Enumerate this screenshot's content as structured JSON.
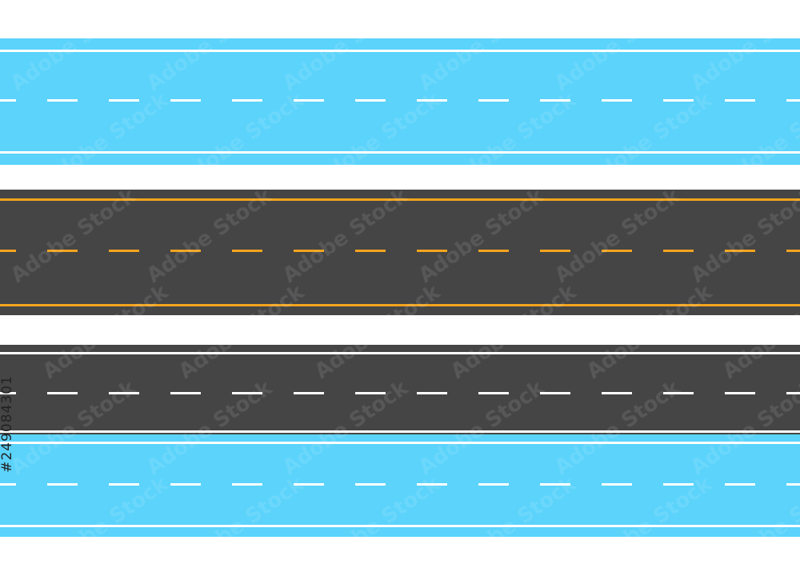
{
  "colors": {
    "blue_surface": "#5bd3fb",
    "asphalt": "#454545",
    "white_marking": "#ffffff",
    "yellow_marking": "#f3a41e"
  },
  "roads": [
    {
      "name": "blue-road-top",
      "surface": "#5bd3fb",
      "marking": "#ffffff",
      "edge_lines": true
    },
    {
      "name": "asphalt-road-yellow",
      "surface": "#454545",
      "marking": "#f3a41e",
      "edge_lines": true
    },
    {
      "name": "asphalt-road-white",
      "surface": "#454545",
      "marking": "#ffffff",
      "edge_lines": true
    },
    {
      "name": "blue-road-bottom",
      "surface": "#5bd3fb",
      "marking": "#ffffff",
      "edge_lines": true
    }
  ],
  "watermark": {
    "text": "Adobe Stock",
    "id": "#249084301"
  }
}
